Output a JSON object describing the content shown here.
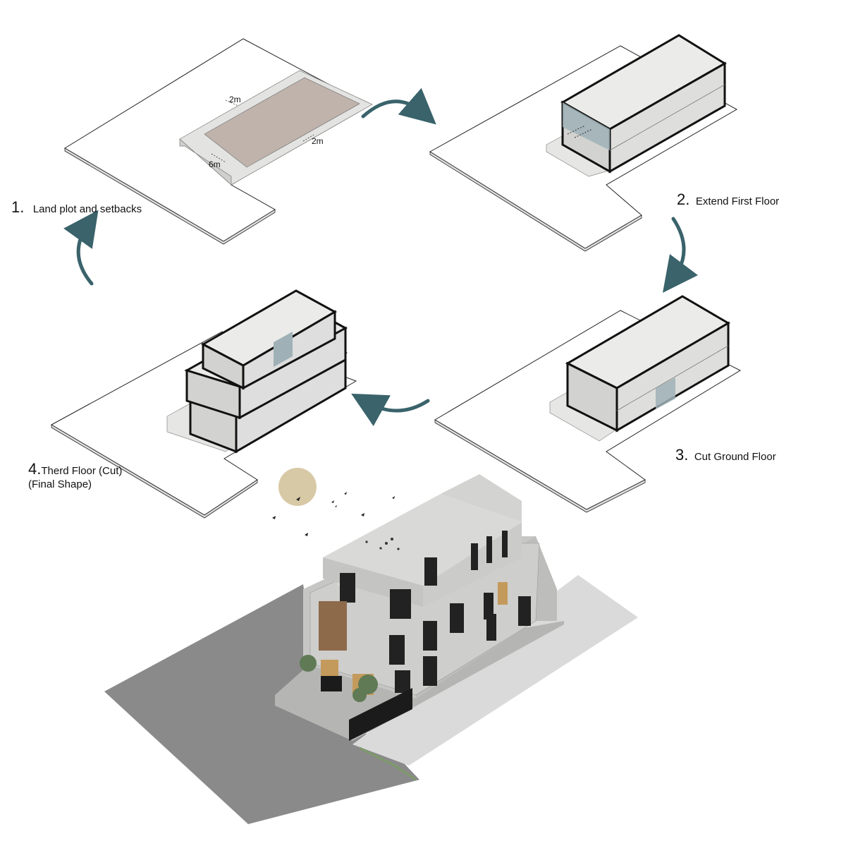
{
  "steps": [
    {
      "number": "1.",
      "label": "Land plot and setbacks"
    },
    {
      "number": "2.",
      "label": "Extend First Floor"
    },
    {
      "number": "3.",
      "label": "Cut Ground Floor"
    },
    {
      "number": "4.",
      "label": "Therd Floor (Cut)",
      "sublabel": "(Final Shape)"
    }
  ],
  "dimensions": {
    "side_top": "2m",
    "side_right": "2m",
    "front": "6m"
  },
  "colors": {
    "arrow": "#3a636b",
    "buildable": "#bfb3ac",
    "setback": "#e3e3e1",
    "block": "#eaeae8",
    "glass": "#9fb1b7",
    "road": "#8a8a8a",
    "shadow": "#dadada",
    "sun": "#d8c9a6",
    "wood": "#c49a5c"
  },
  "icons": [
    "cycle-arrow-icon",
    "sun-icon",
    "bird-icon",
    "tree-icon"
  ]
}
